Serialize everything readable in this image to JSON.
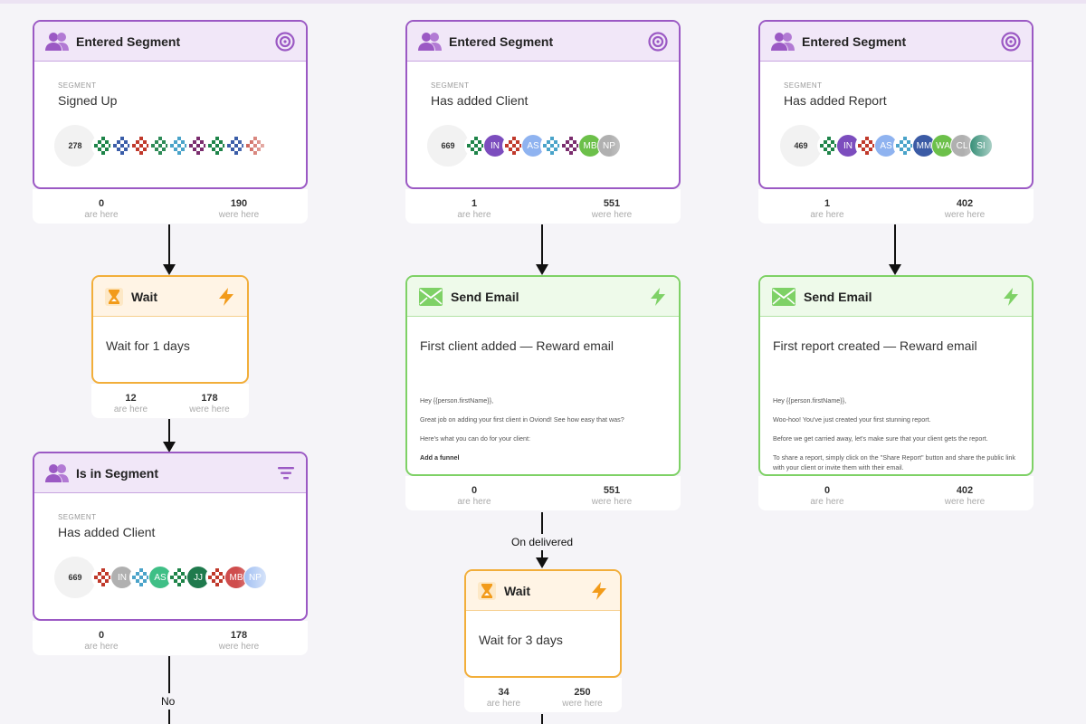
{
  "labels": {
    "segment": "SEGMENT",
    "are_here": "are here",
    "were_here": "were here"
  },
  "colors": {
    "purple": "#9b59c4",
    "green": "#7ed166",
    "orange": "#f2ae3a"
  },
  "icons": {
    "segment": "users-icon",
    "target": "target-icon",
    "filter": "filter-icon",
    "wait": "hourglass-icon",
    "trigger": "lightning-icon",
    "email": "envelope-icon"
  },
  "nodes": {
    "entered1": {
      "title": "Entered Segment",
      "segment": "Signed Up",
      "count": "278",
      "avatars": [
        "",
        "",
        "",
        "",
        "",
        "",
        "",
        "",
        ""
      ],
      "are": "0",
      "were": "190"
    },
    "entered2": {
      "title": "Entered Segment",
      "segment": "Has added Client",
      "count": "669",
      "avatars": [
        "",
        "IN",
        "",
        "AS",
        "",
        "",
        "MB",
        "NP"
      ],
      "are": "1",
      "were": "551"
    },
    "entered3": {
      "title": "Entered Segment",
      "segment": "Has added Report",
      "count": "469",
      "avatars": [
        "",
        "IN",
        "",
        "AS",
        "",
        "MM",
        "WA",
        "CL",
        "SI"
      ],
      "are": "1",
      "were": "402"
    },
    "wait1": {
      "title": "Wait",
      "text": "Wait for 1 days",
      "are": "12",
      "were": "178"
    },
    "email1": {
      "title": "Send Email",
      "subject": "First client added — Reward email",
      "preview": [
        "Hey {{person.firstName}},",
        "Great job on adding your first client in Oviond! See how easy that was?",
        "Here's what you can do for your client:",
        "Add a funnel"
      ],
      "are": "0",
      "were": "551"
    },
    "email2": {
      "title": "Send Email",
      "subject": "First report created — Reward email",
      "preview": [
        "Hey {{person.firstName}},",
        "Woo-hoo! You've just created your first stunning report.",
        "Before we get carried away, let's make sure that your client gets the report.",
        "To share a report, simply click on the \"Share Report\" button and share the public link with your client or invite them with their email."
      ],
      "are": "0",
      "were": "402"
    },
    "isin": {
      "title": "Is in Segment",
      "segment": "Has added Client",
      "count": "669",
      "avatars": [
        "",
        "IN",
        "",
        "AS",
        "",
        "JJ",
        "",
        "MB",
        "NP"
      ],
      "are": "0",
      "were": "178"
    },
    "wait2": {
      "title": "Wait",
      "text": "Wait for 3 days",
      "are": "34",
      "were": "250"
    }
  },
  "edges": {
    "on_delivered": "On delivered",
    "no": "No"
  }
}
